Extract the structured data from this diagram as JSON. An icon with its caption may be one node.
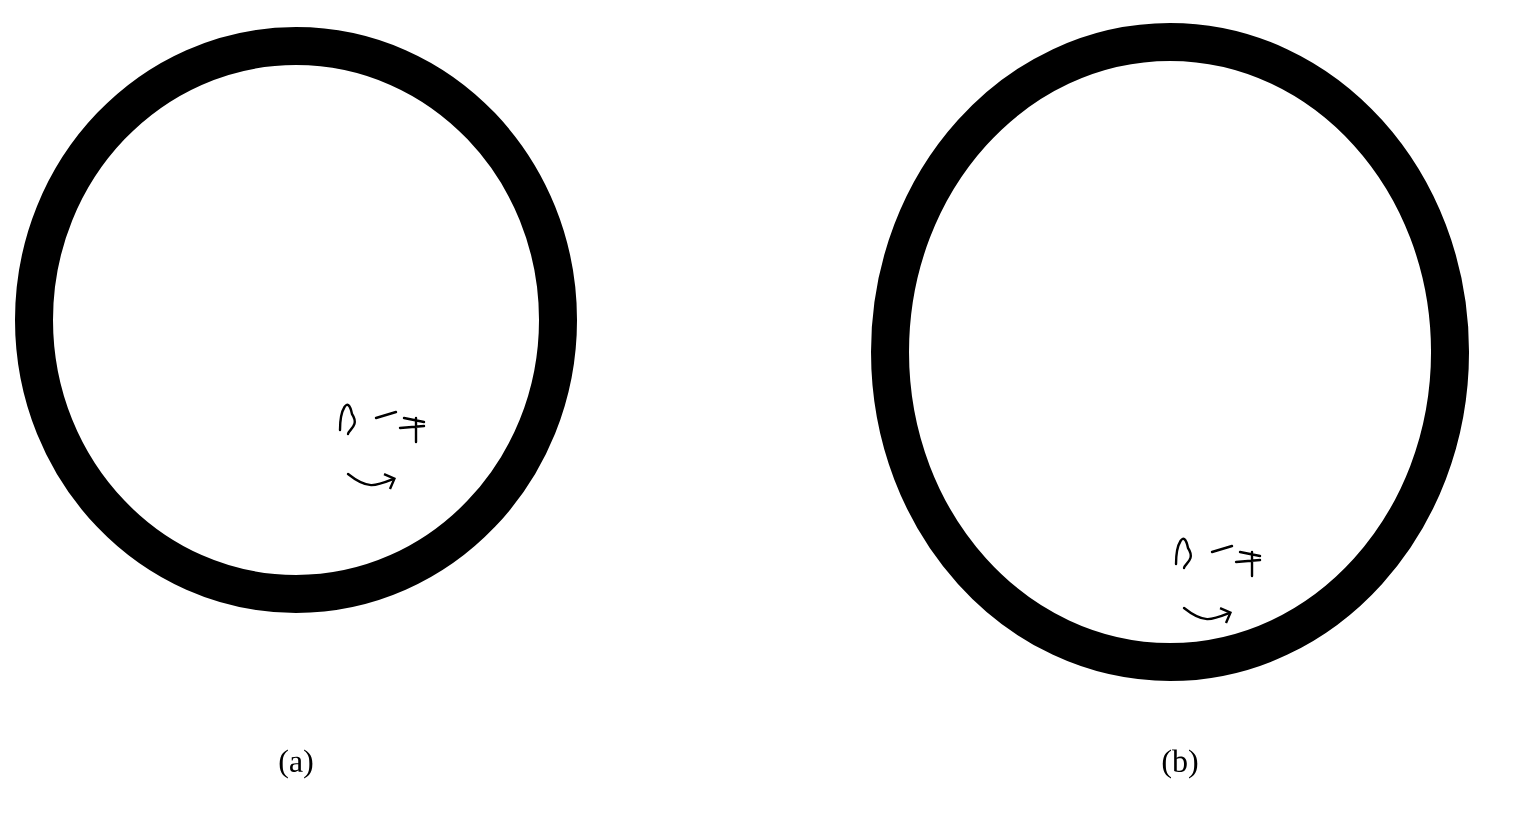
{
  "diagram": {
    "nodes": [
      {
        "text": [],
        "shape": "circle"
      },
      {
        "text": [],
        "shape": "circle"
      }
    ],
    "labels": [
      "(a)",
      "(b)"
    ]
  }
}
